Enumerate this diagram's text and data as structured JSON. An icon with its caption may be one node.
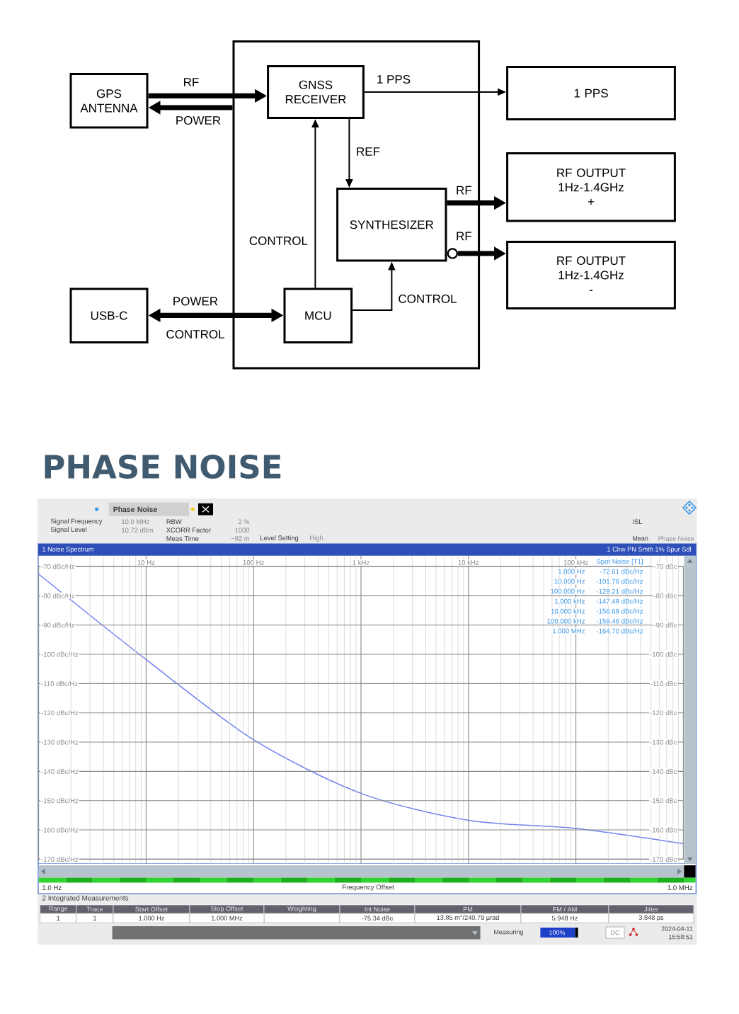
{
  "diagram": {
    "nodes": [
      {
        "text": [],
        "shape": "box"
      },
      {
        "text": [
          "GPS ANTENNA"
        ]
      },
      {
        "text": [
          "GNSS RECEIVER"
        ],
        "in": 0
      },
      {
        "text": [
          "1 PPS"
        ]
      },
      {
        "text": [
          "SYNTHESIZER"
        ],
        "in": 0
      },
      {
        "text": [
          "RF OUTPUT 1Hz-1.4GHz +"
        ]
      },
      {
        "text": [
          "RF OUTPUT 1Hz-1.4GHz -"
        ]
      },
      {
        "text": [
          "USB-C"
        ]
      },
      {
        "text": [
          "MCU"
        ],
        "in": 0
      }
    ],
    "edges": [
      {
        "from": 1,
        "to": 2,
        "arrow": "to",
        "label": "RF"
      },
      {
        "from": 0,
        "to": 1,
        "arrow": "to",
        "label": "POWER"
      },
      {
        "from": 2,
        "to": 3,
        "arrow": "to",
        "label": "1 PPS"
      },
      {
        "from": 2,
        "to": 4,
        "arrow": "to",
        "label": "REF"
      },
      {
        "from": 8,
        "to": 2,
        "arrow": "to",
        "label": "CONTROL"
      },
      {
        "from": 4,
        "to": 5,
        "arrow": "to",
        "label": "RF"
      },
      {
        "from": 4,
        "to": 6,
        "arrow": "to",
        "label": "RF"
      },
      {
        "from": 8,
        "to": 4,
        "arrow": "to",
        "label": "CONTROL"
      },
      {
        "from": 7,
        "to": 8,
        "arrow": "both",
        "label": "POWER"
      }
    ],
    "labels": [
      "CONTROL",
      "PHASE NOISE",
      "Phase Noise",
      "Signal Frequency",
      "10.0 MHz",
      "RBW",
      "2 %",
      "ISL",
      "Signal Level",
      "10.72 dBm",
      "XCORR Factor",
      "1000",
      "Meas Time",
      "~92 m",
      "Level Setting",
      "High",
      "Mean",
      "Phase Noise",
      "1 Clrw PN Smth 1% Spur Sdl",
      "Spot Noise [T1]",
      "1.000 Hz",
      "-72.61 dBc/Hz",
      "10.000 Hz",
      "-101.76 dBc/Hz",
      "100.000 Hz",
      "-129.21 dBc/Hz",
      "1.000 kHz",
      "-147.49 dBc/Hz",
      "10.000 kHz",
      "-156.69 dBc/Hz",
      "100.000 kHz",
      "-159.46 dBc/Hz",
      "1.000 MHz",
      "-164.70 dBc/Hz",
      "-70 dBc",
      "-80 dBc",
      "-90 dBc",
      "-100 dBc",
      "-110 dBc",
      "-120 dBc",
      "-130 dBc",
      "-140 dBc",
      "-150 dBc",
      "-160 dBc",
      "-170 dBc",
      "1.0 Hz",
      "1.0 MHz",
      "2 Integrated Measurements",
      "Range",
      "Trace",
      "Start Offset",
      "Stop Offset",
      "Weighting",
      "Int Noise",
      "PM",
      "FM / AM",
      "Jitter",
      "1",
      "1",
      "1.000 Hz",
      "1.000 MHz",
      "-75.34 dBc",
      "13.85 m°/240.79 µrad",
      "5.948 Hz",
      "3.848 ps",
      "Measuring",
      "100%",
      "DC",
      "2024-04-11",
      "15:58:51"
    ],
    "chart_data": {
      "type": "line",
      "title": "1 Noise Spectrum",
      "xlabel": "Frequency Offset",
      "grid": true,
      "categories": [
        null,
        "10 Hz",
        "100 Hz",
        "1 kHz",
        "10 kHz",
        "100 kHz",
        null
      ],
      "series": [
        {
          "color": "#7080f0",
          "values": [
            -72.6,
            -101.8,
            -129.2,
            -147.5,
            -156.7,
            -159.5,
            -164.7
          ]
        }
      ],
      "ylim": [
        -170,
        -70
      ],
      "yticks": [
        {
          "value": -70,
          "label": "-70 dBc/Hz"
        },
        {
          "value": -80,
          "label": "-80 dBc/Hz"
        },
        {
          "value": -90,
          "label": "-90 dBc/Hz"
        },
        {
          "value": -100,
          "label": "-100 dBc/Hz"
        },
        {
          "value": -110,
          "label": "-110 dBc/Hz"
        },
        {
          "value": -120,
          "label": "-120 dBc/Hz"
        },
        {
          "value": -130,
          "label": "-130 dBc/Hz"
        },
        {
          "value": -140,
          "label": "-140 dBc/Hz"
        },
        {
          "value": -150,
          "label": "-150 dBc/Hz"
        },
        {
          "value": -160,
          "label": "-160 dBc/Hz"
        },
        {
          "value": -170,
          "label": "-170 dBc/Hz"
        }
      ]
    }
  }
}
